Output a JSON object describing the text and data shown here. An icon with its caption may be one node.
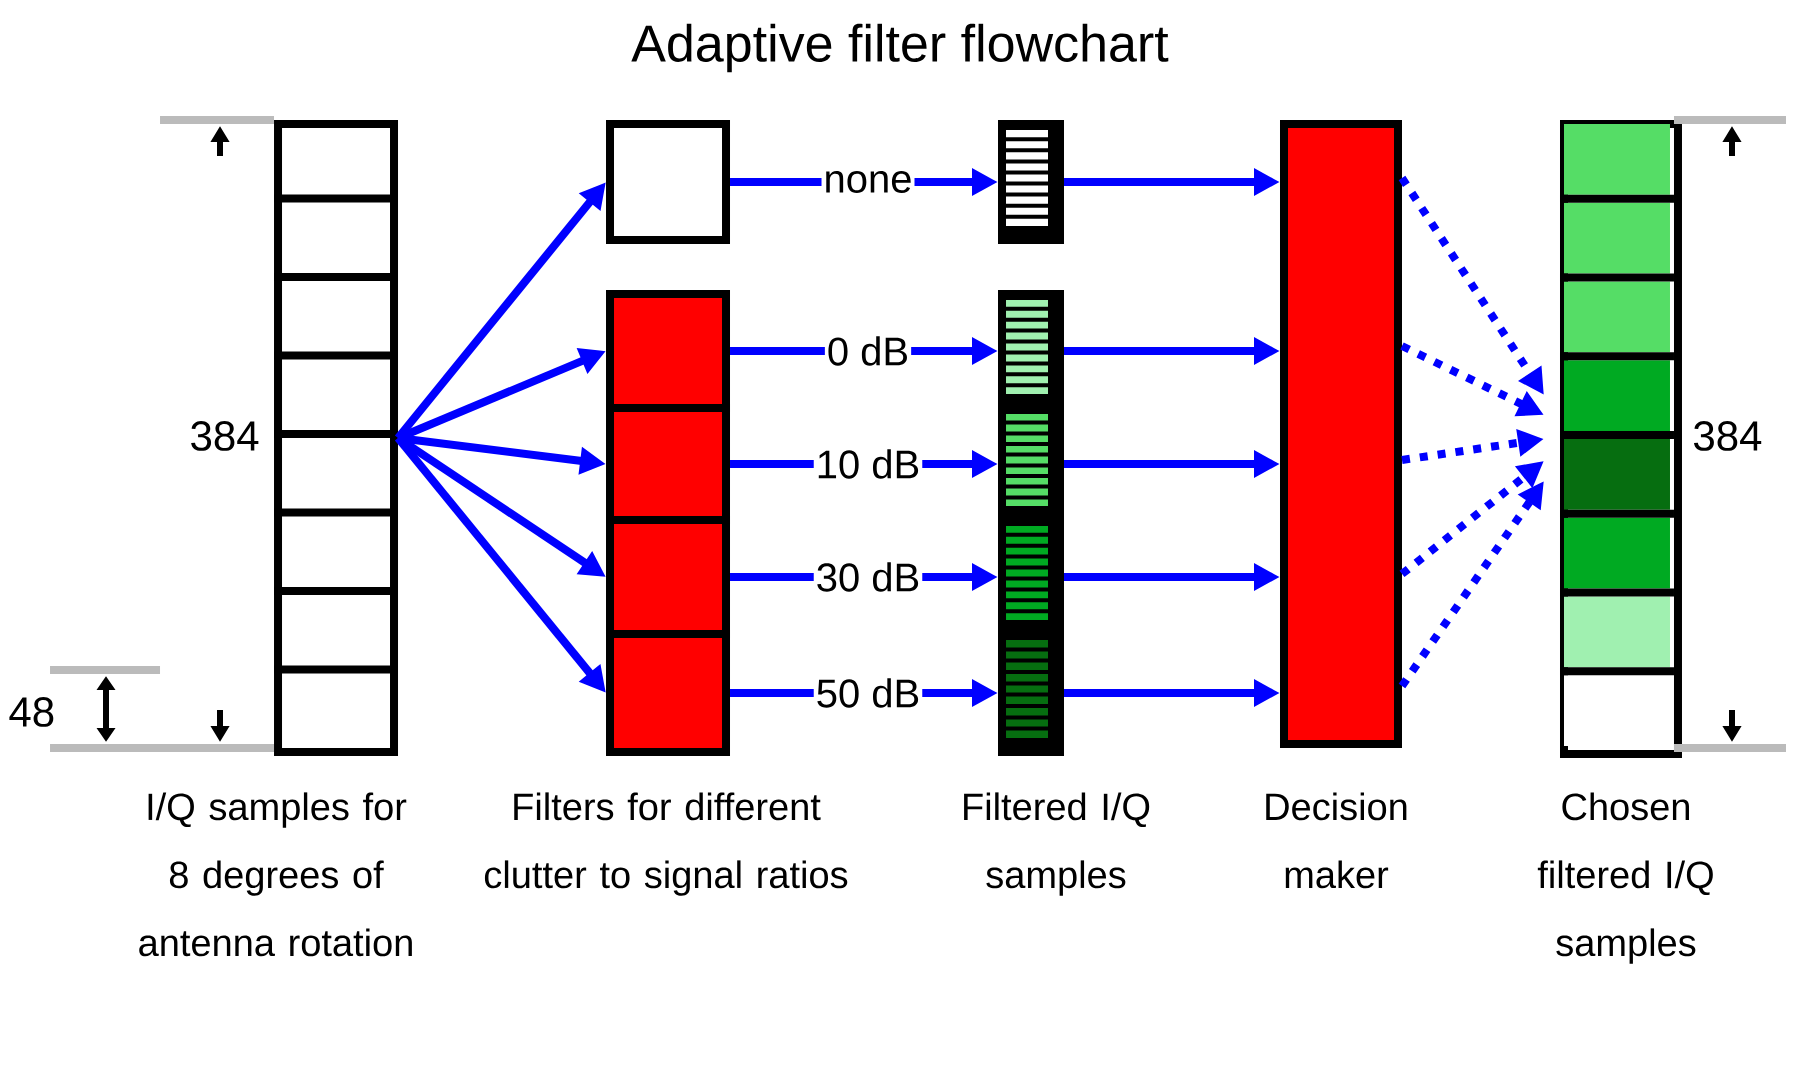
{
  "diagram": {
    "title": "Adaptive filter flowchart",
    "nodes": [
      {
        "text": [
          "I/Q samples for 8 degrees of antenna rotation"
        ]
      },
      {
        "text": [],
        "shape": "box"
      },
      {
        "text": [],
        "shape": "box"
      },
      {
        "text": [],
        "shape": "box"
      },
      {
        "text": [],
        "shape": "box"
      },
      {
        "text": [],
        "shape": "box"
      },
      {
        "text": [],
        "shape": "bar"
      },
      {
        "text": [],
        "shape": "bar"
      },
      {
        "text": [],
        "shape": "bar"
      },
      {
        "text": [],
        "shape": "bar"
      },
      {
        "text": [],
        "shape": "bar"
      },
      {
        "text": [
          "Decision maker"
        ]
      },
      {
        "text": [
          "Chosen filtered I/Q samples"
        ]
      }
    ],
    "edges": [
      {
        "from": 0,
        "to": 1,
        "arrow": "to"
      },
      {
        "from": 0,
        "to": 2,
        "arrow": "to"
      },
      {
        "from": 0,
        "to": 3,
        "arrow": "to"
      },
      {
        "from": 0,
        "to": 4,
        "arrow": "to"
      },
      {
        "from": 0,
        "to": 5,
        "arrow": "to"
      },
      {
        "from": 1,
        "to": 6,
        "arrow": "to",
        "label": "none"
      },
      {
        "from": 2,
        "to": 7,
        "arrow": "to",
        "label": "0 dB"
      },
      {
        "from": 3,
        "to": 8,
        "arrow": "to",
        "label": "10 dB"
      },
      {
        "from": 4,
        "to": 9,
        "arrow": "to",
        "label": "30 dB"
      },
      {
        "from": 5,
        "to": 10,
        "arrow": "to",
        "label": "50 dB"
      },
      {
        "from": 6,
        "to": 11,
        "arrow": "to"
      },
      {
        "from": 7,
        "to": 11,
        "arrow": "to"
      },
      {
        "from": 8,
        "to": 11,
        "arrow": "to"
      },
      {
        "from": 9,
        "to": 11,
        "arrow": "to"
      },
      {
        "from": 10,
        "to": 11,
        "arrow": "to"
      },
      {
        "from": 11,
        "to": 12,
        "arrow": "to",
        "style": "dashed"
      },
      {
        "from": 11,
        "to": 12,
        "arrow": "to",
        "style": "dashed"
      },
      {
        "from": 11,
        "to": 12,
        "arrow": "to",
        "style": "dashed"
      },
      {
        "from": 11,
        "to": 12,
        "arrow": "to",
        "style": "dashed"
      },
      {
        "from": 11,
        "to": 12,
        "arrow": "to",
        "style": "dashed"
      }
    ],
    "labels": [
      "384",
      "384",
      "48",
      "Filters for different clutter to signal ratios",
      "Filtered I/Q samples"
    ]
  }
}
